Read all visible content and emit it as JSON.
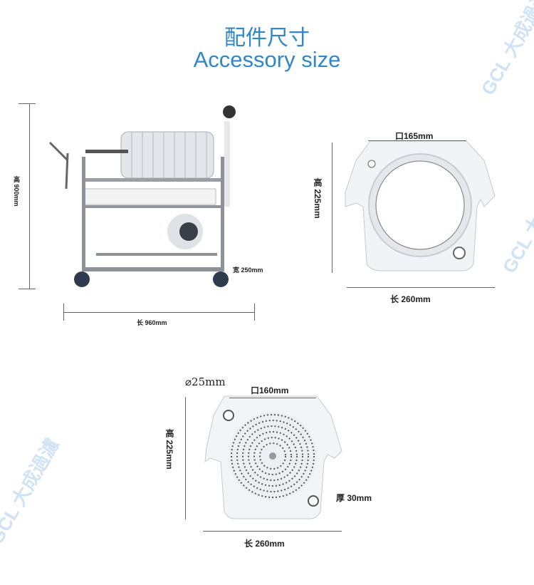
{
  "header": {
    "title_cn": "配件尺寸",
    "title_en": "Accessory size"
  },
  "watermark": "GCL 大成過濾",
  "machine": {
    "height": "高 900mm",
    "width": "宽 250mm",
    "length": "长 960mm"
  },
  "frame_plate": {
    "opening": "口165mm",
    "height": "高 225mm",
    "length": "长 260mm"
  },
  "filter_plate": {
    "hole": "⌀25mm",
    "opening": "口160mm",
    "height": "高 225mm",
    "thickness": "厚 30mm",
    "length": "长 260mm"
  },
  "colors": {
    "accent": "#2f86c9"
  }
}
